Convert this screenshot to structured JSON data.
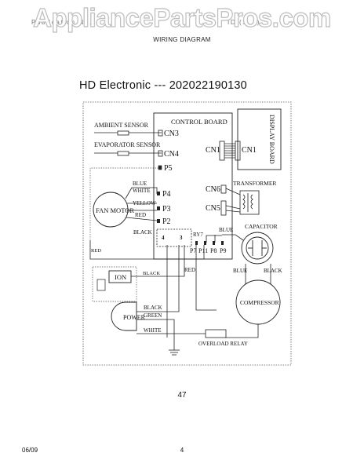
{
  "watermark": "AppliancePartsPros.com",
  "header": {
    "left": "Publication No.",
    "right": "ID (S...)",
    "title": "WIRING DIAGRAM"
  },
  "model_line": "HD Electronic --- 202022190130",
  "diagram": {
    "sensors": {
      "ambient": "AMBIENT SENSOR",
      "evaporator": "EVAPORATOR SENSOR"
    },
    "control_board": "CONTROL BOARD",
    "display_board": "DISPLAY BOARD",
    "connectors": {
      "cn3": "CN3",
      "cn4": "CN4",
      "p5": "P5",
      "cn1_left": "CN1",
      "cn1_right": "CN1",
      "cn6": "CN6",
      "cn5": "CN5",
      "p4": "P4",
      "p3": "P3",
      "p2": "P2",
      "p7": "P7",
      "p11": "P11",
      "p8": "P8",
      "p9": "P9"
    },
    "relay": {
      "label": "RY7",
      "pin_4": "4",
      "pin_3": "3"
    },
    "transformer": "TRANSFORMER",
    "fan_motor": "FAN MOTOR",
    "wires": {
      "blue_fan": "BLUE",
      "white_fan": "WHITE",
      "yellow_fan": "YELLOW",
      "red_fan": "RED",
      "black_fan": "BLACK",
      "blue_cap": "BLUE",
      "red_left": "RED",
      "black_ion": "BLACK",
      "red_mid": "RED",
      "blue_comp": "BLUE",
      "black_comp": "BLACK",
      "black_power": "BLACK",
      "green_power": "GREEN",
      "white_power": "WHITE"
    },
    "capacitor": "CAPACITOR",
    "ion": "ION",
    "compressor": "COMPRESSOR",
    "power": "POWER",
    "overload_relay": "OVERLOAD RELAY"
  },
  "page_number_center": "47",
  "footer": {
    "date": "06/09",
    "page": "4"
  }
}
